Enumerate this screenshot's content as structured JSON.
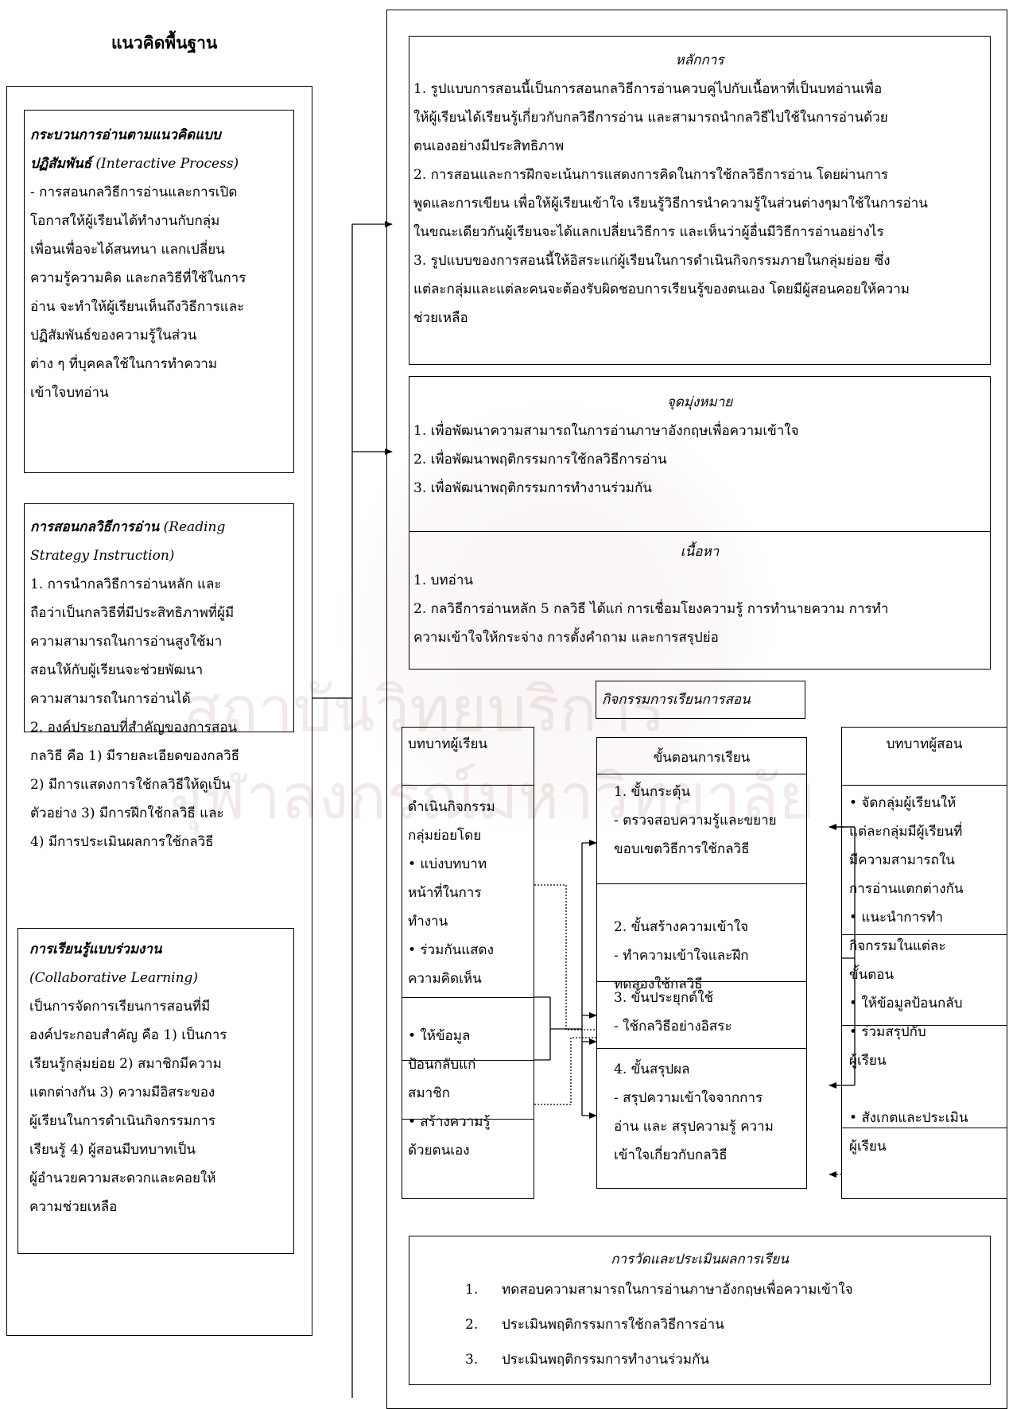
{
  "left": {
    "title": "แนวคิดพื้นฐาน",
    "interactive": {
      "heading": "กระบวนการอ่านตามแนวคิดแบบ",
      "heading2": "ปฏิสัมพันธ์",
      "heading2_en": " (Interactive Process)",
      "lines": [
        "- การสอนกลวิธีการอ่านและการเปิด",
        "โอกาสให้ผู้เรียนได้ทำงานกับกลุ่ม",
        "เพื่อนเพื่อจะได้สนทนา แลกเปลี่ยน",
        "ความรู้ความคิด และกลวิธีที่ใช้ในการ",
        "อ่าน จะทำให้ผู้เรียนเห็นถึงวิธีการและ",
        "ปฏิสัมพันธ์ของความรู้ในส่วน",
        "ต่าง ๆ ที่บุคคลใช้ในการทำความ",
        "เข้าใจบทอ่าน"
      ]
    },
    "strategy": {
      "heading": "การสอนกลวิธีการอ่าน",
      "heading_en": " (Reading",
      "heading2_en": "Strategy Instruction)",
      "lines": [
        "1.  การนำกลวิธีการอ่านหลัก และ",
        "ถือว่าเป็นกลวิธีที่มีประสิทธิภาพที่ผู้มี",
        "ความสามารถในการอ่านสูงใช้มา",
        "สอนให้กับผู้เรียนจะช่วยพัฒนา",
        "ความสามารถในการอ่านได้",
        "2.  องค์ประกอบที่สำคัญของการสอน",
        "กลวิธี คือ 1) มีรายละเอียดของกลวิธี",
        "2) มีการแสดงการใช้กลวิธีให้ดูเป็น",
        "ตัวอย่าง 3) มีการฝึกใช้กลวิธี  และ",
        "4) มีการประเมินผลการใช้กลวิธี"
      ]
    },
    "collab": {
      "heading": "การเรียนรู้แบบร่วมงาน",
      "heading_en": "(Collaborative Learning)",
      "lines": [
        "เป็นการจัดการเรียนการสอนที่มี",
        "องค์ประกอบสำคัญ  คือ 1) เป็นการ",
        "เรียนรู้กลุ่มย่อย 2) สมาชิกมีความ",
        "แตกต่างกัน 3) ความมีอิสระของ",
        "ผู้เรียนในการดำเนินกิจกรรมการ",
        "เรียนรู้ 4) ผู้สอนมีบทบาทเป็น",
        "ผู้อำนวยความสะดวกและคอยให้",
        "ความช่วยเหลือ"
      ]
    }
  },
  "principles": {
    "title": "หลักการ",
    "lines": [
      "1. รูปแบบการสอนนี้เป็นการสอนกลวิธีการอ่านควบคู่ไปกับเนื้อหาที่เป็นบทอ่านเพื่อ",
      "ให้ผู้เรียนได้เรียนรู้เกี่ยวกับกลวิธีการอ่าน และสามารถนำกลวิธีไปใช้ในการอ่านด้วย",
      "ตนเองอย่างมีประสิทธิภาพ",
      "2. การสอนและการฝึกจะเน้นการแสดงการคิดในการใช้กลวิธีการอ่าน โดยผ่านการ",
      "พูดและการเขียน เพื่อให้ผู้เรียนเข้าใจ เรียนรู้วิธีการนำความรู้ในส่วนต่างๆมาใช้ในการอ่าน",
      "ในขณะเดียวกันผู้เรียนจะได้แลกเปลี่ยนวิธีการ และเห็นว่าผู้อื่นมีวิธีการอ่านอย่างไร",
      "3. รูปแบบของการสอนนี้ให้อิสระแก่ผู้เรียนในการดำเนินกิจกรรมภายในกลุ่มย่อย ซึ่ง",
      "แต่ละกลุ่มและแต่ละคนจะต้องรับผิดชอบการเรียนรู้ของตนเอง โดยมีผู้สอนคอยให้ความ",
      "ช่วยเหลือ"
    ]
  },
  "objectives": {
    "title": "จุดมุ่งหมาย",
    "lines": [
      "1. เพื่อพัฒนาความสามารถในการอ่านภาษาอังกฤษเพื่อความเข้าใจ",
      "2. เพื่อพัฒนาพฤติกรรมการใช้กลวิธีการอ่าน",
      "3. เพื่อพัฒนาพฤติกรรมการทำงานร่วมกัน"
    ]
  },
  "content": {
    "title": "เนื้อหา",
    "lines": [
      "1. บทอ่าน",
      "2. กลวิธีการอ่านหลัก 5 กลวิธี ได้แก่ การเชื่อมโยงความรู้ การทำนายความ การทำ",
      "ความเข้าใจให้กระจ่าง การตั้งคำถาม และการสรุปย่อ"
    ]
  },
  "activities": {
    "title": "กิจกรรมการเรียนการสอน"
  },
  "learner": {
    "title": "บทบาทผู้เรียน",
    "lines": [
      "ดำเนินกิจกรรม",
      "กลุ่มย่อยโดย",
      "• แบ่งบทบาท",
      "หน้าที่ในการ",
      "ทำงาน",
      "• ร่วมกันแสดง",
      "ความคิดเห็น",
      "",
      "• ให้ข้อมูล",
      "ป้อนกลับแก่",
      "สมาชิก",
      "• สร้างความรู้",
      "ด้วยตนเอง"
    ]
  },
  "steps": {
    "title": "ขั้นตอนการเรียน",
    "s1": [
      "1.  ขั้นกระตุ้น",
      "- ตรวจสอบความรู้และขยาย",
      "ขอบเขตวิธีการใช้กลวิธี"
    ],
    "s2": [
      "2.  ขั้นสร้างความเข้าใจ",
      "- ทำความเข้าใจและฝึก",
      "ทดลองใช้กลวิธี"
    ],
    "s3": [
      "3.  ขั้นประยุกต์ใช้",
      "- ใช้กลวิธีอย่างอิสระ"
    ],
    "s4": [
      "4.  ขั้นสรุปผล",
      "- สรุปความเข้าใจจากการ",
      "อ่าน และ สรุปความรู้ ความ",
      "เข้าใจเกี่ยวกับกลวิธี"
    ]
  },
  "teacher": {
    "title": "บทบาทผู้สอน",
    "lines": [
      "• จัดกลุ่มผู้เรียนให้",
      "แต่ละกลุ่มมีผู้เรียนที่",
      "มีความสามารถใน",
      "การอ่านแตกต่างกัน",
      "• แนะนำการทำ",
      "กิจกรรมในแต่ละ",
      "ขั้นตอน",
      "• ให้ข้อมูลป้อนกลับ",
      "• ร่วมสรุปกับ",
      "ผู้เรียน",
      "",
      "• สังเกตและประเมิน",
      "ผู้เรียน"
    ]
  },
  "evaluation": {
    "title": "การวัดและประเมินผลการเรียน",
    "items": [
      {
        "num": "1.",
        "text": "ทดสอบความสามารถในการอ่านภาษาอังกฤษเพื่อความเข้าใจ"
      },
      {
        "num": "2.",
        "text": "ประเมินพฤติกรรมการใช้กลวิธีการอ่าน"
      },
      {
        "num": "3.",
        "text": "ประเมินพฤติกรรมการทำงานร่วมกัน"
      }
    ]
  }
}
